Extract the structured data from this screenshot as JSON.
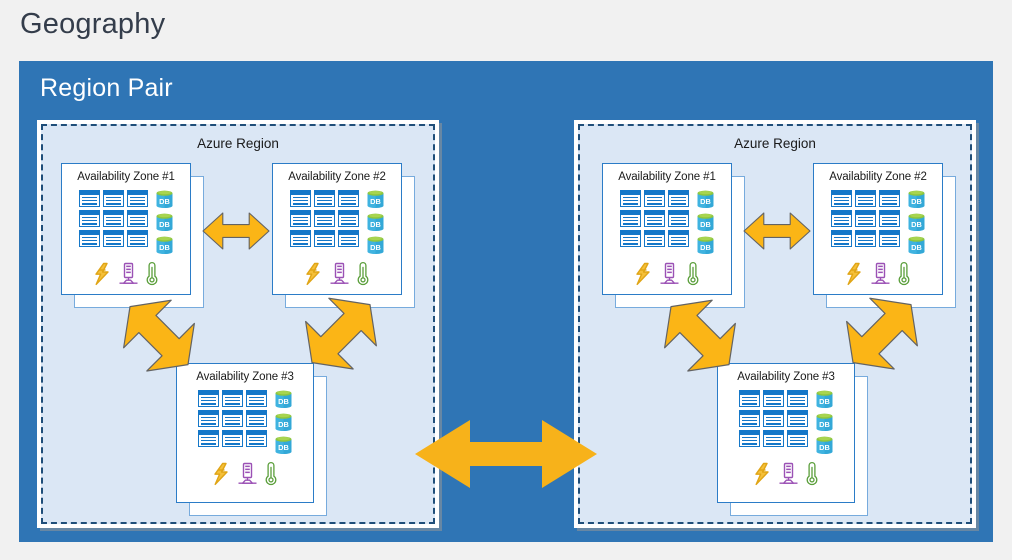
{
  "page": {
    "title": "Geography",
    "background_color": "#f1f1f1",
    "title_color": "#343d4b"
  },
  "region_pair": {
    "title": "Region Pair",
    "panel_color": "#2f75b5",
    "title_color": "#ffffff"
  },
  "colors": {
    "azure_region_fill": "#dbe7f5",
    "azure_region_border": "#1f4e79",
    "card_border": "#2b7cc7",
    "card_fill": "#ffffff",
    "server_blue": "#1477c8",
    "db_body": "#3fb3e0",
    "db_top": "#8dc63f",
    "power_gold": "#e0a516",
    "rack_purple": "#9b51b5",
    "thermo_green": "#5a9e3a",
    "arrow_gold": "#fbb516",
    "arrow_outline": "#636363",
    "big_arrow_gold": "#f7b21a"
  },
  "regions": [
    {
      "id": "region-left",
      "label": "Azure Region",
      "zones": [
        {
          "id": "az-l1",
          "label": "Availability Zone #1",
          "servers": 9,
          "databases": 3,
          "icons": [
            "power-icon",
            "server-rack-icon",
            "thermometer-icon"
          ]
        },
        {
          "id": "az-l2",
          "label": "Availability Zone #2",
          "servers": 9,
          "databases": 3,
          "icons": [
            "power-icon",
            "server-rack-icon",
            "thermometer-icon"
          ]
        },
        {
          "id": "az-l3",
          "label": "Availability Zone #3",
          "servers": 9,
          "databases": 3,
          "icons": [
            "power-icon",
            "server-rack-icon",
            "thermometer-icon"
          ]
        }
      ]
    },
    {
      "id": "region-right",
      "label": "Azure Region",
      "zones": [
        {
          "id": "az-r1",
          "label": "Availability Zone #1",
          "servers": 9,
          "databases": 3,
          "icons": [
            "power-icon",
            "server-rack-icon",
            "thermometer-icon"
          ]
        },
        {
          "id": "az-r2",
          "label": "Availability Zone #2",
          "servers": 9,
          "databases": 3,
          "icons": [
            "power-icon",
            "server-rack-icon",
            "thermometer-icon"
          ]
        },
        {
          "id": "az-r3",
          "label": "Availability Zone #3",
          "servers": 9,
          "databases": 3,
          "icons": [
            "power-icon",
            "server-rack-icon",
            "thermometer-icon"
          ]
        }
      ]
    }
  ],
  "db_label": "DB",
  "connectors": [
    {
      "id": "conn-l-12",
      "kind": "horizontal-double-arrow",
      "between": [
        "az-l1",
        "az-l2"
      ]
    },
    {
      "id": "conn-l-13",
      "kind": "diagonal-nwse-double-arrow",
      "between": [
        "az-l1",
        "az-l3"
      ]
    },
    {
      "id": "conn-l-23",
      "kind": "diagonal-nesw-double-arrow",
      "between": [
        "az-l2",
        "az-l3"
      ]
    },
    {
      "id": "conn-r-12",
      "kind": "horizontal-double-arrow",
      "between": [
        "az-r1",
        "az-r2"
      ]
    },
    {
      "id": "conn-r-13",
      "kind": "diagonal-nwse-double-arrow",
      "between": [
        "az-r1",
        "az-r3"
      ]
    },
    {
      "id": "conn-r-23",
      "kind": "diagonal-nesw-double-arrow",
      "between": [
        "az-r2",
        "az-r3"
      ]
    },
    {
      "id": "conn-region-pair",
      "kind": "big-horizontal-double-arrow",
      "between": [
        "region-left",
        "region-right"
      ]
    }
  ]
}
